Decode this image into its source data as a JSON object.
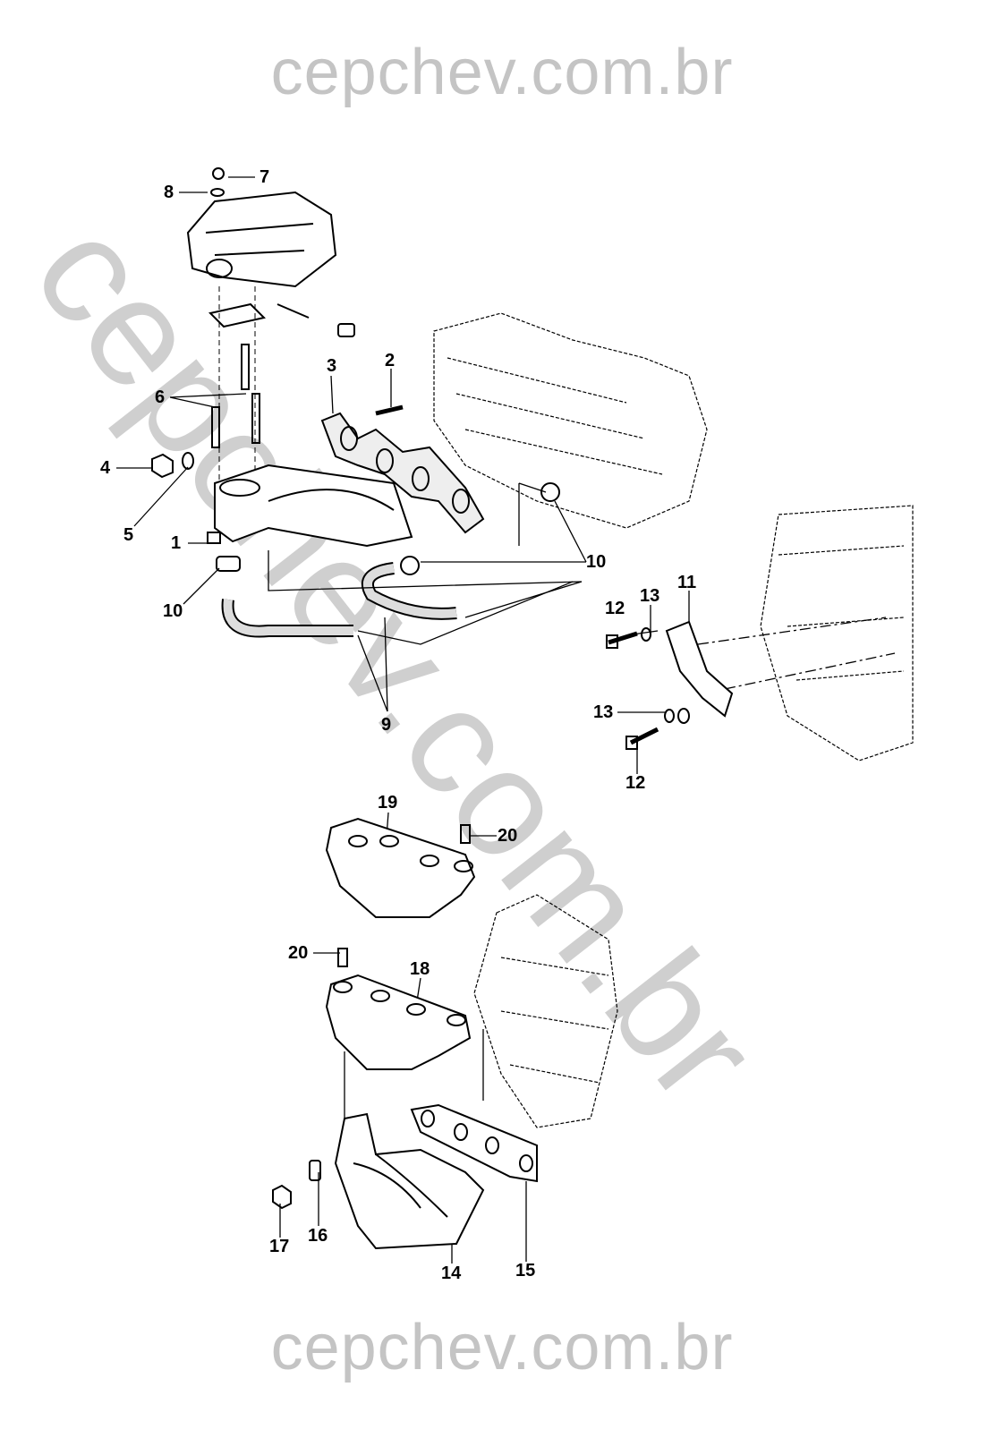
{
  "watermark": {
    "top": "cepchev.com.br",
    "diagonal": "cepchev.com.br",
    "bottom": "cepchev.com.br"
  },
  "callouts": [
    "7",
    "8",
    "3",
    "2",
    "6",
    "4",
    "5",
    "1",
    "10",
    "10",
    "9",
    "11",
    "12",
    "13",
    "13",
    "12",
    "19",
    "20",
    "20",
    "18",
    "17",
    "16",
    "14",
    "15"
  ],
  "parts": {
    "carburetor": "carburetor-icon",
    "intake_manifold": "intake-manifold-icon",
    "gasket": "gasket-icon",
    "hose": "hose-icon",
    "bracket": "bracket-icon",
    "heat_shield": "heat-shield-icon",
    "exhaust_manifold": "exhaust-manifold-icon",
    "engine": "engine-icon"
  }
}
